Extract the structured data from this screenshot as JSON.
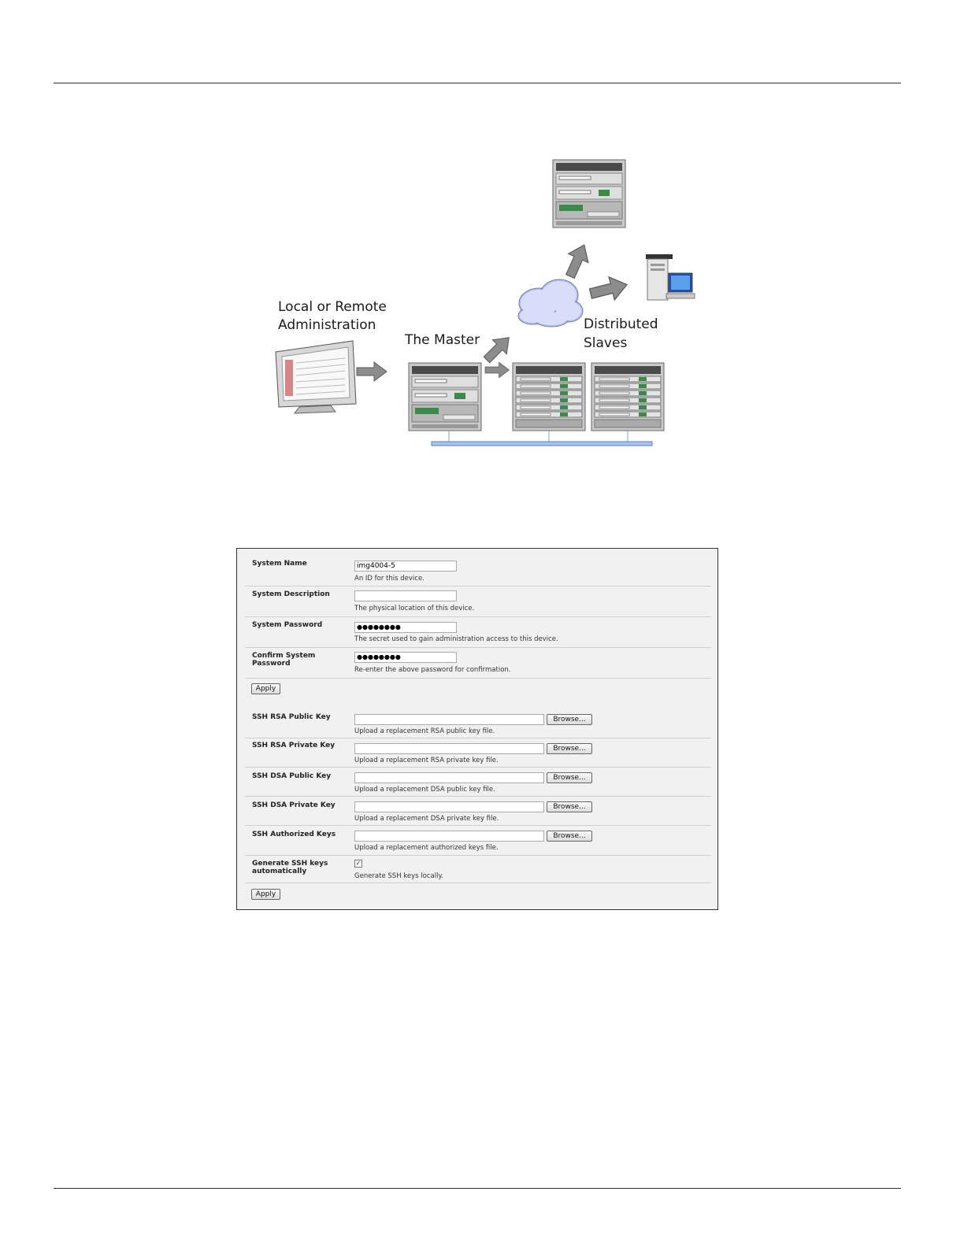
{
  "diagram": {
    "label_admin_line1": "Local or Remote",
    "label_admin_line2": "Administration",
    "label_master": "The Master",
    "label_slaves_line1": "Distributed",
    "label_slaves_line2": "Slaves"
  },
  "form": {
    "system_name": {
      "label": "System Name",
      "value": "img4004-5",
      "help": "An ID for this device."
    },
    "system_description": {
      "label": "System Description",
      "value": "",
      "help": "The physical location of this device."
    },
    "system_password": {
      "label": "System Password",
      "value": "●●●●●●●●",
      "help": "The secret used to gain administration access to this device."
    },
    "confirm_password": {
      "label_line1": "Confirm System",
      "label_line2": "Password",
      "value": "●●●●●●●●",
      "help": "Re-enter the above password for confirmation."
    },
    "apply_label": "Apply",
    "browse_label": "Browse...",
    "ssh_rsa_public": {
      "label": "SSH RSA Public Key",
      "help": "Upload a replacement RSA public key file."
    },
    "ssh_rsa_private": {
      "label": "SSH RSA Private Key",
      "help": "Upload a replacement RSA private key file."
    },
    "ssh_dsa_public": {
      "label": "SSH DSA Public Key",
      "help": "Upload a replacement DSA public key file."
    },
    "ssh_dsa_private": {
      "label": "SSH DSA Private Key",
      "help": "Upload a replacement DSA private key file."
    },
    "ssh_authorized": {
      "label": "SSH Authorized Keys",
      "help": "Upload a replacement authorized keys file."
    },
    "generate_keys": {
      "label_line1": "Generate SSH keys",
      "label_line2": "automatically",
      "checked_mark": "✓",
      "help": "Generate SSH keys locally."
    }
  }
}
